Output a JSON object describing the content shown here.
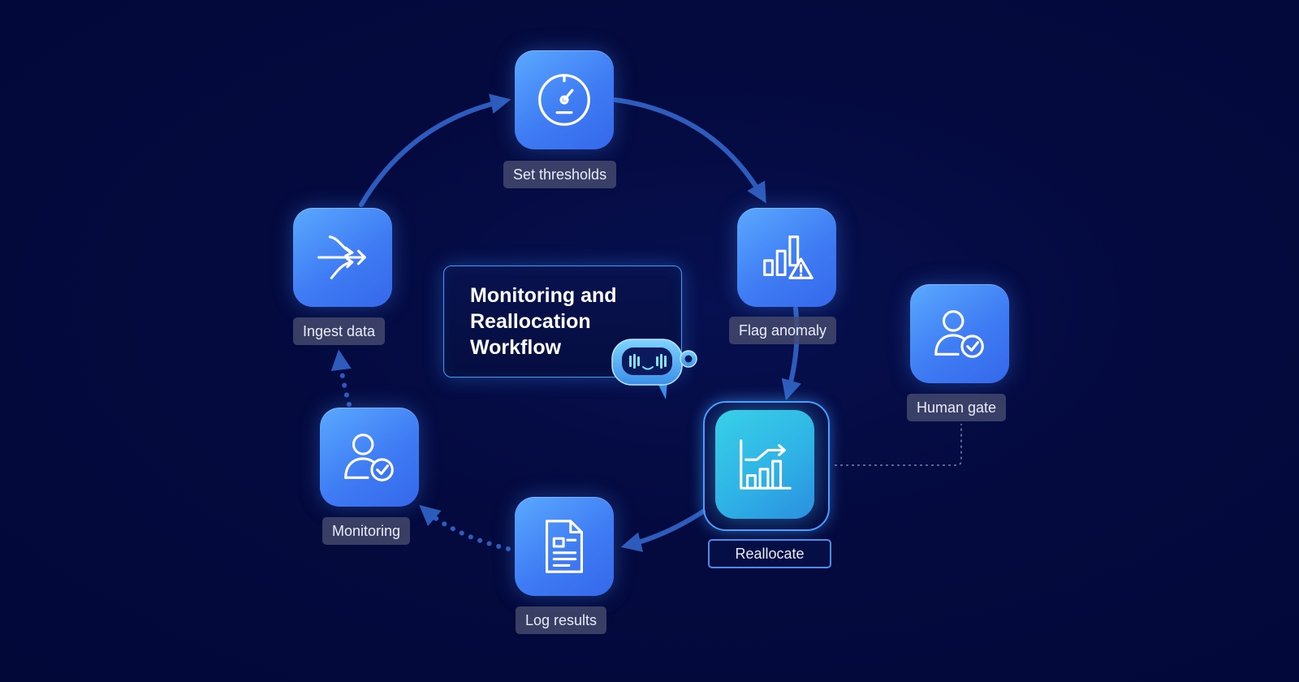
{
  "diagram": {
    "title": "Monitoring and Reallocation Workflow",
    "nodes": [
      {
        "id": "set-thresholds",
        "label": "Set thresholds",
        "icon": "gauge-icon"
      },
      {
        "id": "flag-anomaly",
        "label": "Flag anomaly",
        "icon": "bar-chart-warning-icon"
      },
      {
        "id": "reallocate",
        "label": "Reallocate",
        "icon": "bar-chart-trend-icon",
        "active": true
      },
      {
        "id": "log-results",
        "label": "Log results",
        "icon": "document-icon"
      },
      {
        "id": "monitoring",
        "label": "Monitoring",
        "icon": "user-check-icon"
      },
      {
        "id": "ingest-data",
        "label": "Ingest data",
        "icon": "merge-arrows-icon"
      },
      {
        "id": "human-gate",
        "label": "Human gate",
        "icon": "user-check-icon"
      }
    ],
    "edges": [
      {
        "from": "ingest-data",
        "to": "set-thresholds",
        "style": "solid"
      },
      {
        "from": "set-thresholds",
        "to": "flag-anomaly",
        "style": "solid"
      },
      {
        "from": "flag-anomaly",
        "to": "reallocate",
        "style": "solid"
      },
      {
        "from": "reallocate",
        "to": "log-results",
        "style": "solid"
      },
      {
        "from": "log-results",
        "to": "monitoring",
        "style": "dotted"
      },
      {
        "from": "monitoring",
        "to": "ingest-data",
        "style": "dotted"
      },
      {
        "from": "reallocate",
        "to": "human-gate",
        "style": "dotted-thin"
      }
    ],
    "mascot": "robot-chat-icon",
    "colors": {
      "background": "#040a3e",
      "node": "#4a8ef8",
      "node_active": "#2fc0e6",
      "arrow": "#2e5cbc",
      "card_border": "#3f9cf5"
    }
  }
}
